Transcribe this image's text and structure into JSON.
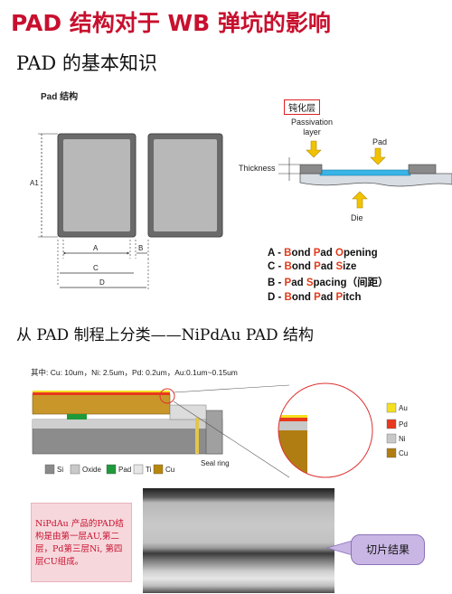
{
  "title": "PAD 结构对于 WB 弹坑的影响",
  "section1": {
    "heading": "PAD 的基本知识",
    "diagram_title": "Pad 结构",
    "dims": {
      "a1": "A1",
      "a": "A",
      "b": "B",
      "c": "C",
      "d": "D"
    },
    "cross_section": {
      "passivation_cn": "钝化层",
      "passivation_en": "Passivation layer",
      "pad": "Pad",
      "thickness": "Thickness",
      "die": "Die"
    },
    "legend": [
      {
        "letter": "A",
        "text": "Bond Pad Opening"
      },
      {
        "letter": "C",
        "text": "Bond Pad Size"
      },
      {
        "letter": "B",
        "text": "Pad Spacing（间距）"
      },
      {
        "letter": "D",
        "text": "Bond Pad Pitch"
      }
    ]
  },
  "section2": {
    "heading": "从 PAD 制程上分类——NiPdAu PAD 结构",
    "spec": "其中: Cu: 10um，Ni: 2.5um，Pd: 0.2um，Au:0.1um~0.15um",
    "seal_ring": "Seal ring",
    "layers_legend": [
      {
        "name": "Si",
        "color": "#8a8a8a"
      },
      {
        "name": "Oxide",
        "color": "#c9c9c9"
      },
      {
        "name": "Pad",
        "color": "#1e9a3a"
      },
      {
        "name": "Ti",
        "color": "#e6e6e6"
      },
      {
        "name": "Cu",
        "color": "#b8860b"
      }
    ],
    "zoom_legend": [
      {
        "name": "Au",
        "color": "#f5e020"
      },
      {
        "name": "Pd",
        "color": "#e8391d"
      },
      {
        "name": "Ni",
        "color": "#c8c8c8"
      },
      {
        "name": "Cu",
        "color": "#b07d12"
      }
    ],
    "note": "NiPdAu 产品的PAD结构是由第一层AU,第二层，Pd第三层Ni, 第四层CU组成。",
    "photo_label": "切片结果"
  }
}
